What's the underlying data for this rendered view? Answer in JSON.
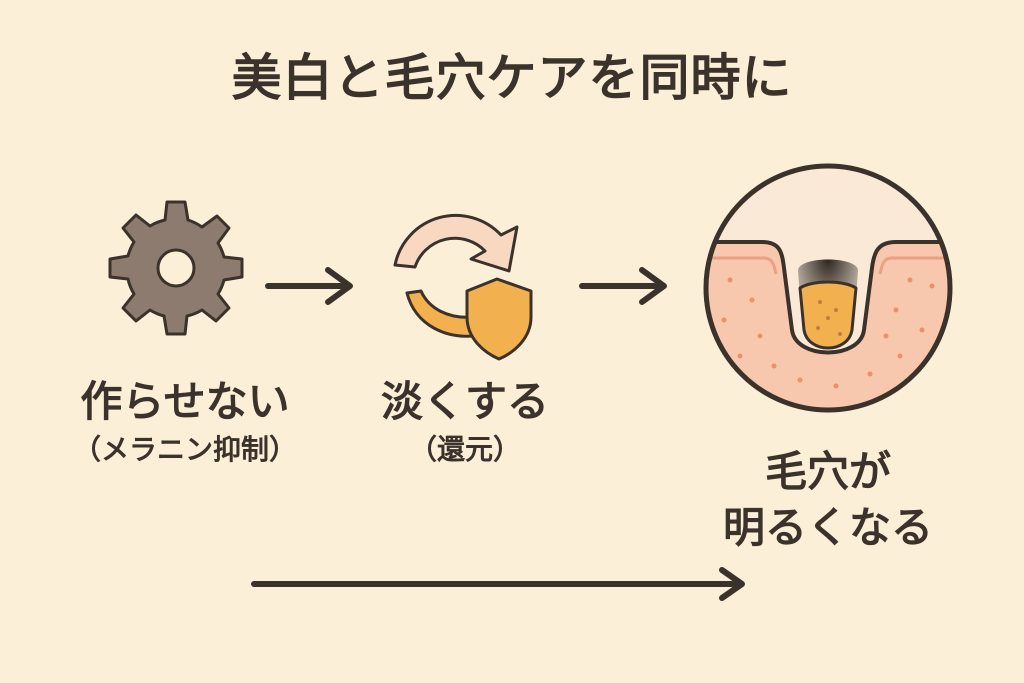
{
  "title": "美白と毛穴ケアを同時に",
  "steps": [
    {
      "label": "作らせない",
      "sublabel": "（メラニン抑制）",
      "icon": "gear-icon"
    },
    {
      "label": "淡くする",
      "sublabel": "（還元）",
      "icon": "recycle-shield-icon"
    },
    {
      "label_line1": "毛穴が",
      "label_line2": "明るくなる",
      "icon": "pore-icon"
    }
  ],
  "colors": {
    "background": "#fcefd8",
    "text": "#3b332b",
    "gear": "#8c7b6e",
    "arrow_peach": "#f9d8c2",
    "shield": "#f2b04e",
    "skin": "#f7c8ad",
    "pore_fill": "#f2b04e"
  }
}
